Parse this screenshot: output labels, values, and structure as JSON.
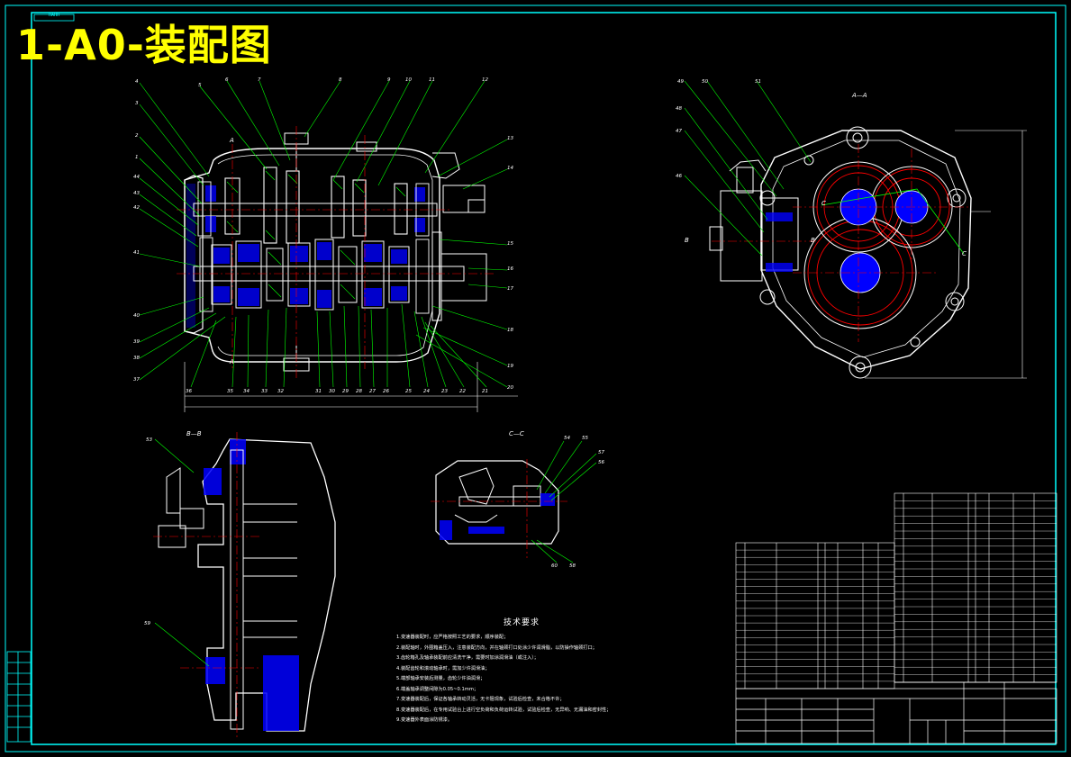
{
  "sheet": {
    "title": "1-A0-装配图",
    "corner_tag": "HAHH",
    "colors": {
      "background": "#000000",
      "frame": "#00ffff",
      "title_text": "#ffff00",
      "part_lines": "#ffffff",
      "leaders": "#00ff00",
      "centerlines": "#ff0000",
      "hatch": "#0000ff"
    }
  },
  "views": {
    "main_view": {
      "label_a_top": "A",
      "label_a_bottom": "A"
    },
    "section_aa": {
      "label": "A—A",
      "label_c1": "C",
      "label_c2": "C",
      "label_b1": "B",
      "label_b2": "B"
    },
    "section_bb": {
      "label": "B—B"
    },
    "section_cc": {
      "label": "C—C"
    }
  },
  "tech_requirements": {
    "title": "技术要求",
    "notes": [
      "1.变速器装配时，应严格按照工艺的要求，顺序装配；",
      "2.装配轴时，外圈箱盖压入，注意装配方向，并在轴颈打口处涂少许润滑脂，以防操作轴颈打口；",
      "3.齿轮箱孔及轴承装配前应清洗干净，需要时加涂润滑油（或注入）；",
      "4.装配齿轮和滚动轴承时，需加少许润滑油；",
      "5.端部轴承安装后测量，齿轮少许油润滑；",
      "6.端盖轴承调整间隙为0.05~0.1mm；",
      "7.变速器装配后，保证各轴承转动灵活，无卡阻现象，试验后检查，未合格不许；",
      "8.变速器装配后，在专用试验台上进行空负荷和负荷运转试验，试验后检查，无异响、无漏油和密封性；",
      "9.变速器外表面涂防锈漆。"
    ]
  }
}
